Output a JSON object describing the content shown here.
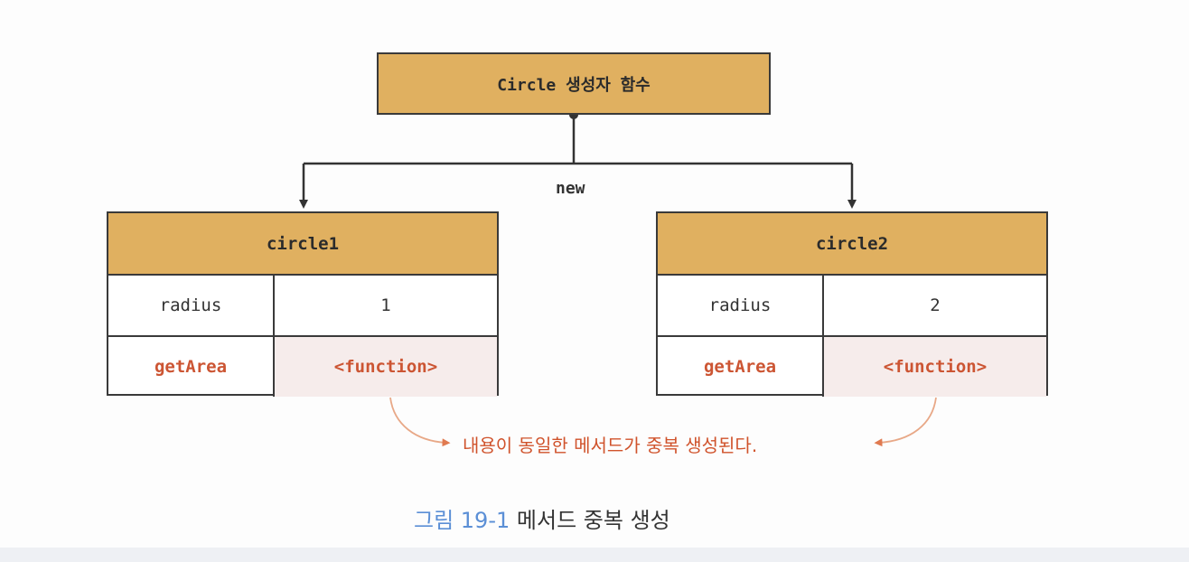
{
  "constructor_box": {
    "label": "Circle 생성자 함수"
  },
  "edge_label": "new",
  "objects": [
    {
      "name": "circle1",
      "rows": [
        {
          "key": "radius",
          "value": "1"
        },
        {
          "key": "getArea",
          "value": "<function>"
        }
      ]
    },
    {
      "name": "circle2",
      "rows": [
        {
          "key": "radius",
          "value": "2"
        },
        {
          "key": "getArea",
          "value": "<function>"
        }
      ]
    }
  ],
  "annotation": "내용이 동일한 메서드가 중복 생성된다.",
  "caption": {
    "number": "그림 19-1",
    "title": "메서드 중복 생성"
  },
  "colors": {
    "header_fill": "#e0b060",
    "method_text": "#cc5533",
    "method_fill": "#f6eceb",
    "annotation": "#d0532c",
    "caption_number": "#5b8fd6"
  }
}
